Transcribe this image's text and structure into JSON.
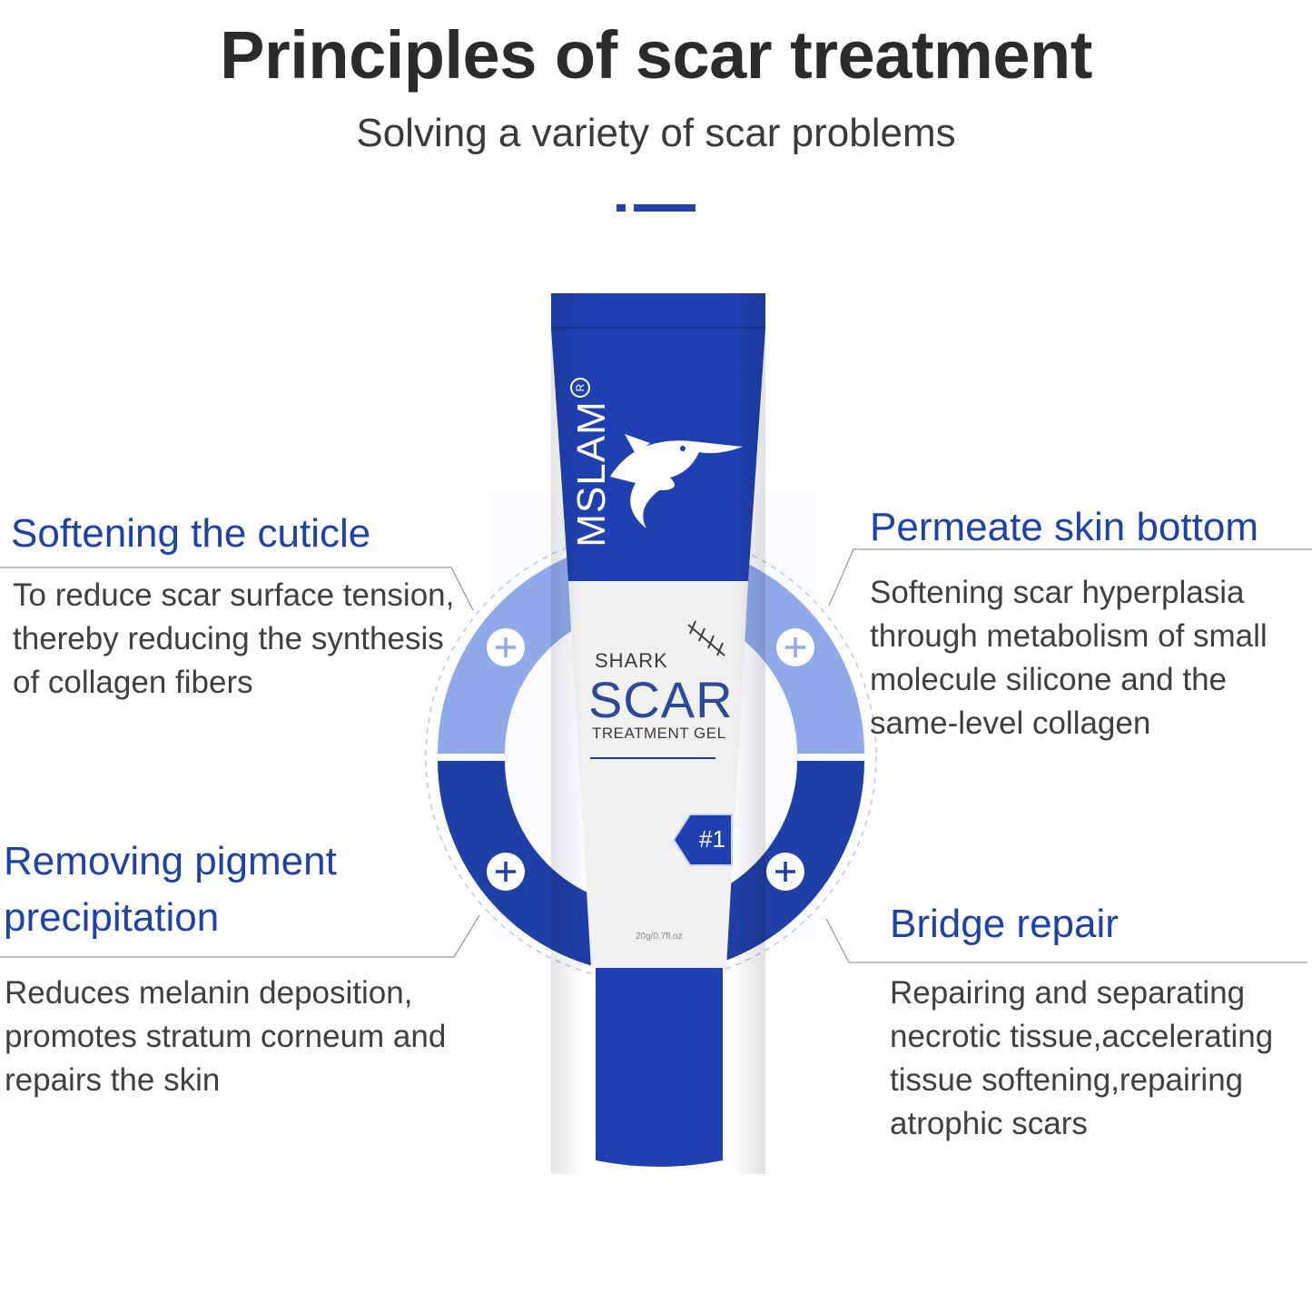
{
  "page": {
    "title": "Principles of scar treatment",
    "subtitle": "Solving a variety of scar problems"
  },
  "product": {
    "brand": "MSLAM",
    "registered_mark": "R",
    "line1": "SHARK",
    "line2": "SCAR",
    "line3": "TREATMENT GEL",
    "badge": "#1",
    "net_weight": "20g/0.7fl.oz"
  },
  "features": [
    {
      "heading": "Softening the cuticle",
      "body": [
        "To reduce scar surface tension,",
        "thereby reducing the synthesis",
        "of collagen fibers"
      ]
    },
    {
      "heading": "Permeate skin bottom",
      "body": [
        "Softening scar hyperplasia",
        "through metabolism of small",
        "molecule silicone and the",
        "same-level collagen"
      ]
    },
    {
      "heading_lines": [
        "Removing pigment",
        "precipitation"
      ],
      "body": [
        "Reduces melanin deposition,",
        "promotes stratum corneum and",
        "repairs the skin"
      ]
    },
    {
      "heading": "Bridge repair",
      "body": [
        "Repairing and separating",
        "necrotic tissue,accelerating",
        "tissue softening,repairing",
        "atrophic scars"
      ]
    }
  ],
  "colors": {
    "brand_blue": "#1e3fa6",
    "light_blue": "#8fa9ea",
    "heading_blue": "#1e43a8"
  }
}
